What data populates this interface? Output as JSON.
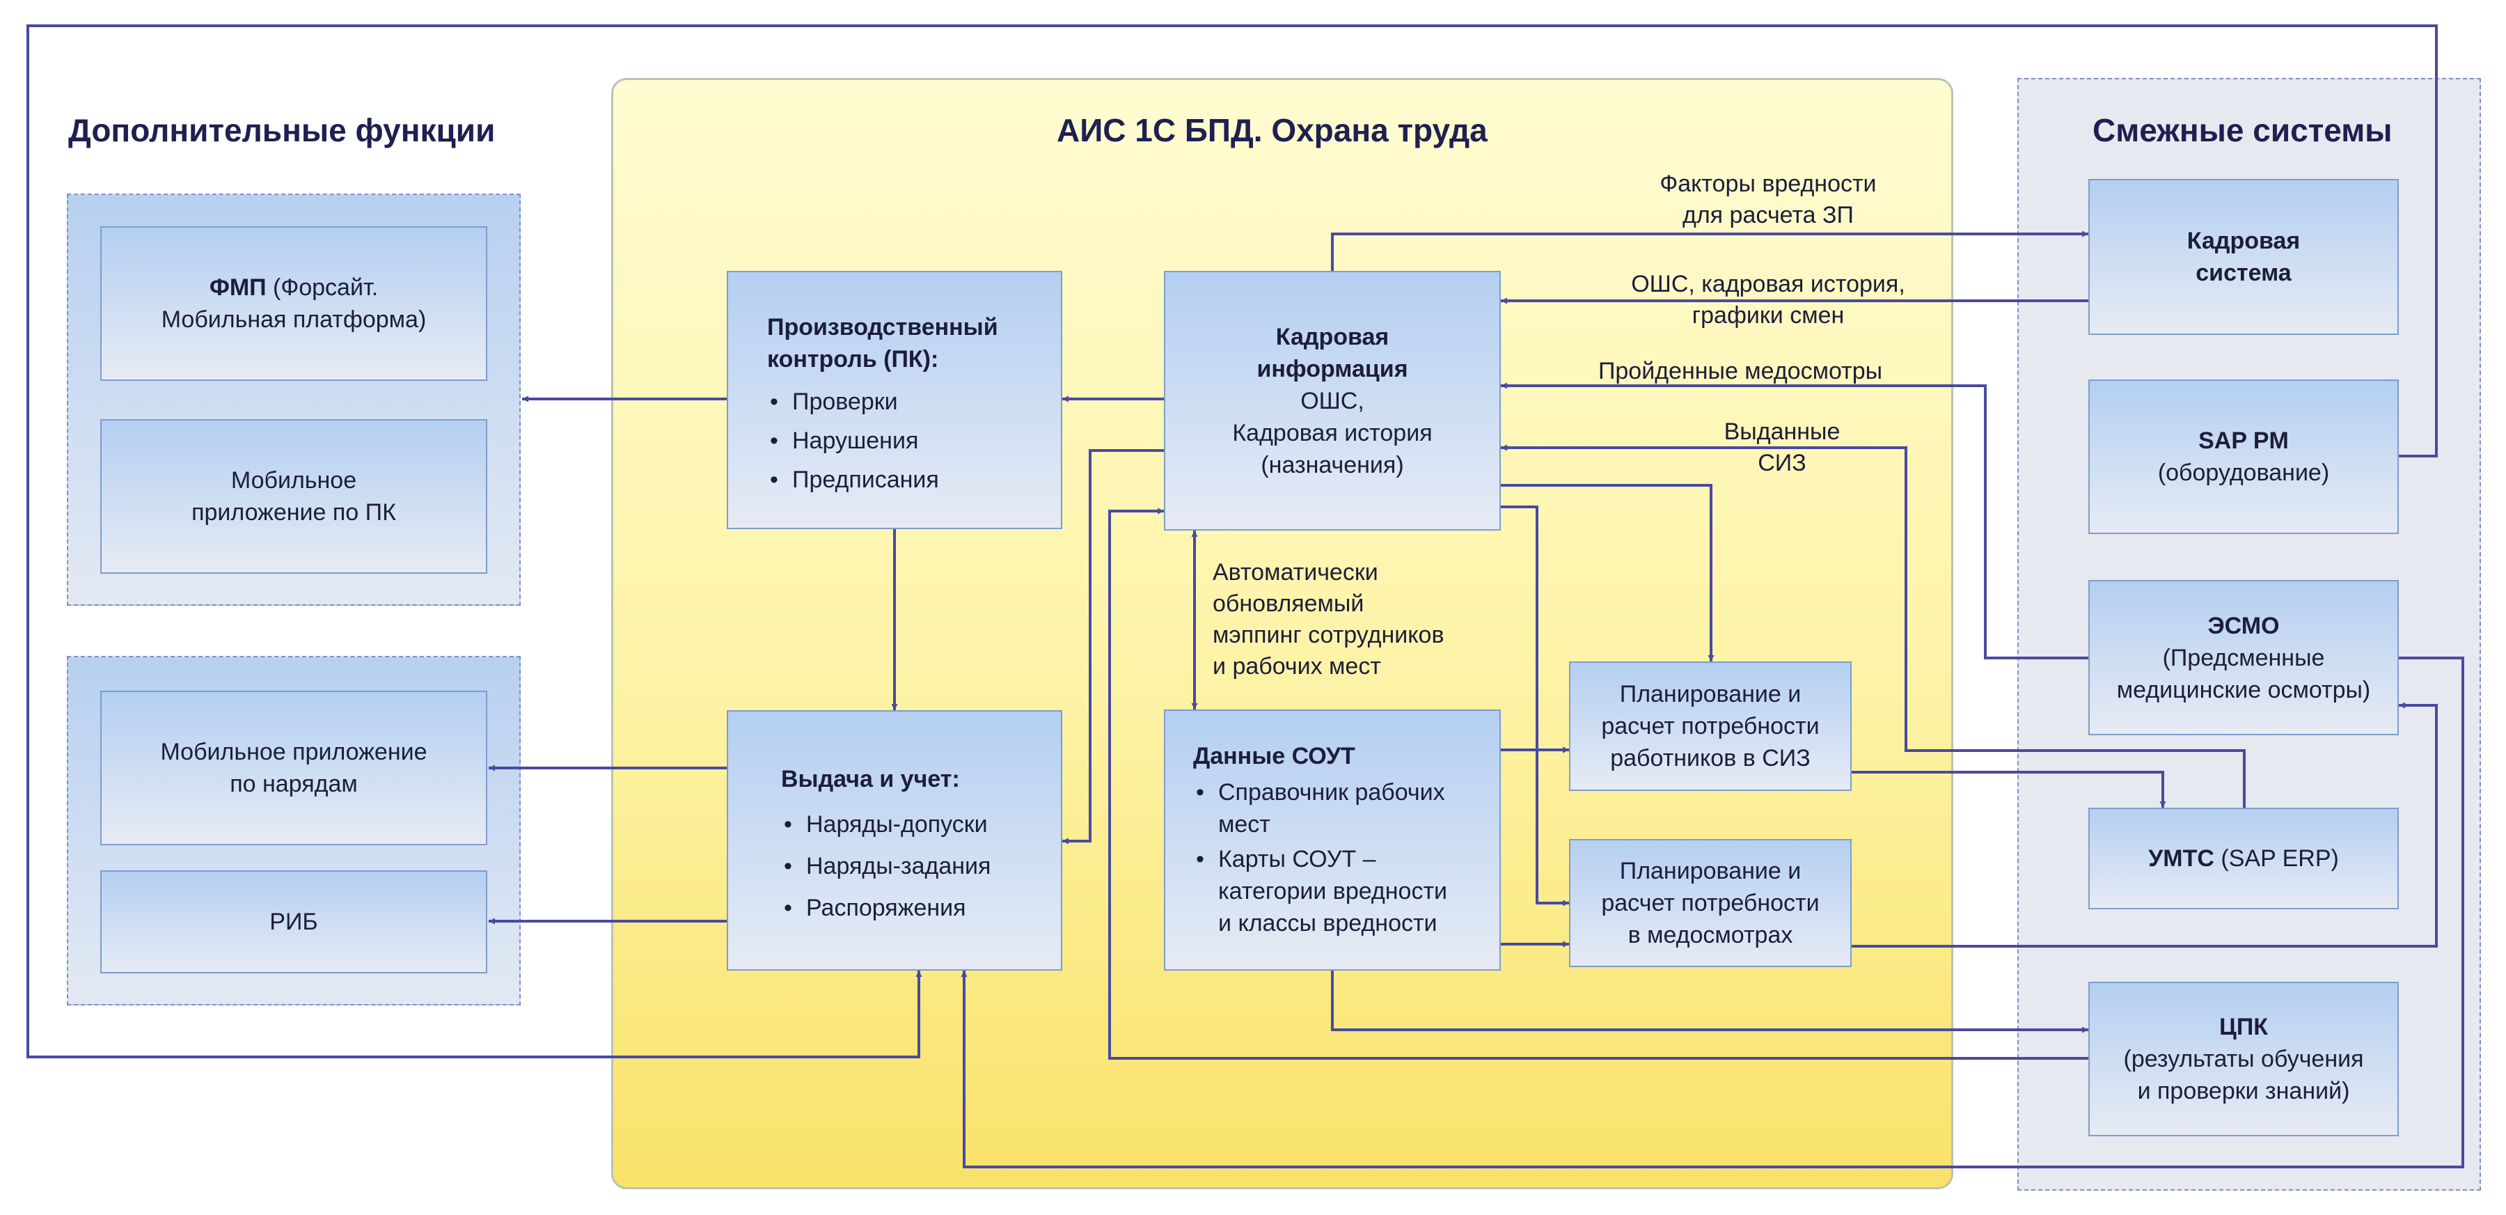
{
  "titles": {
    "left": "Дополнительные функции",
    "center": "АИС 1С БПД. Охрана труда",
    "right": "Смежные системы"
  },
  "left_boxes": {
    "fmp": {
      "bold": "ФМП",
      "rest": " (Форсайт.",
      "line2": "Мобильная платформа)"
    },
    "mobile_pk": {
      "line1": "Мобильное",
      "line2": "приложение по ПК"
    },
    "mobile_orders": {
      "line1": "Мобильное приложение",
      "line2": "по нарядам"
    },
    "rib": {
      "line1": "РИБ"
    }
  },
  "center_boxes": {
    "pk": {
      "title1": "Производственный",
      "title2": "контроль (ПК):",
      "items": [
        "Проверки",
        "Нарушения",
        "Предписания"
      ]
    },
    "issue": {
      "title": "Выдача и учет:",
      "items": [
        "Наряды-допуски",
        "Наряды-задания",
        "Распоряжения"
      ]
    },
    "hr_info": {
      "title1": "Кадровая",
      "title2": "информация",
      "line3": "ОШС,",
      "line4": "Кадровая история",
      "line5": "(назначения)"
    },
    "sout": {
      "title": "Данные СОУТ",
      "items": [
        [
          "Справочник рабочих",
          "мест"
        ],
        [
          "Карты СОУТ –",
          "категории вредности",
          "и классы вредности"
        ]
      ]
    },
    "plan_siz": {
      "line1": "Планирование и",
      "line2": "расчет потребности",
      "line3": "работников в СИЗ"
    },
    "plan_med": {
      "line1": "Планирование и",
      "line2": "расчет потребности",
      "line3": "в медосмотрах"
    }
  },
  "right_boxes": {
    "hr_system": {
      "line1": "Кадровая",
      "line2": "система"
    },
    "sap_pm": {
      "bold": "SAP PM",
      "line2": "(оборудование)"
    },
    "esmo": {
      "bold": "ЭСМО",
      "line2": "(Предсменные",
      "line3": "медицинские осмотры)"
    },
    "umts": {
      "bold": "УМТС",
      "rest": " (SAP ERP)"
    },
    "cpk": {
      "bold": "ЦПК",
      "line2": "(результаты обучения",
      "line3": "и проверки знаний)"
    }
  },
  "labels": {
    "harm_factors": {
      "line1": "Факторы вредности",
      "line2": "для расчета ЗП"
    },
    "oshs_history": {
      "line1": "ОШС, кадровая история,",
      "line2": "графики смен"
    },
    "medexams_passed": {
      "line1": "Пройденные медосмотры"
    },
    "siz_issued": {
      "line1": "Выданные",
      "line2": "СИЗ"
    },
    "auto_mapping": {
      "line1": "Автоматически",
      "line2": "обновляемый",
      "line3": "мэппинг сотрудников",
      "line4": "и рабочих мест"
    }
  },
  "colors": {
    "arrow": "#4a4aa0",
    "box_top": "#b4cff2",
    "box_bottom": "#e6ebf4",
    "panel_top": "#fffcd2",
    "panel_bottom": "#f9e26a"
  }
}
